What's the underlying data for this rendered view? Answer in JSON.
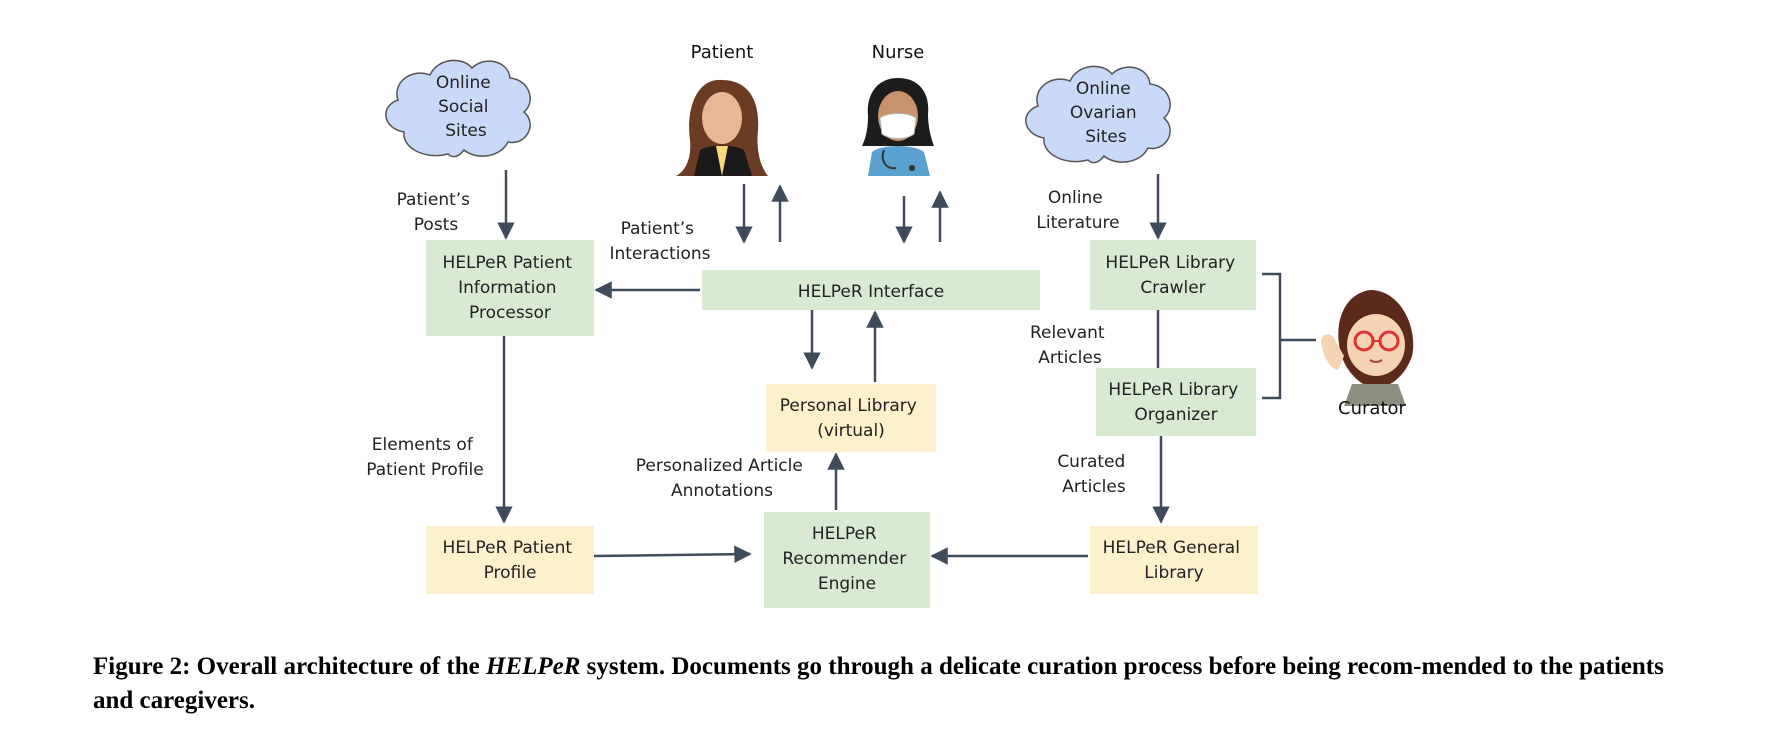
{
  "nodes": {
    "online_social_sites": [
      "Online",
      "Social",
      "Sites"
    ],
    "online_ovarian_sites": [
      "Online",
      "Ovarian",
      "Sites"
    ],
    "patient": "Patient",
    "nurse": "Nurse",
    "curator": "Curator",
    "patient_info_processor": [
      "HELPeR Patient",
      "Information",
      "Processor"
    ],
    "interface": [
      "HELPeR Interface"
    ],
    "library_crawler": [
      "HELPeR Library",
      "Crawler"
    ],
    "library_organizer": [
      "HELPeR Library",
      "Organizer"
    ],
    "personal_library": [
      "Personal Library",
      "(virtual)"
    ],
    "patient_profile": [
      "HELPeR Patient",
      "Profile"
    ],
    "recommender_engine": [
      "HELPeR",
      "Recommender",
      "Engine"
    ],
    "general_library": [
      "HELPeR General",
      "Library"
    ]
  },
  "edge_labels": {
    "patients_posts": [
      "Patient’s",
      "Posts"
    ],
    "patients_interactions": [
      "Patient’s",
      "Interactions"
    ],
    "online_literature": [
      "Online",
      "Literature"
    ],
    "relevant_articles": [
      "Relevant",
      "Articles"
    ],
    "elements_of_profile": [
      "Elements of",
      "Patient Profile"
    ],
    "personalized_annotations": [
      "Personalized Article",
      "Annotations"
    ],
    "curated_articles": [
      "Curated",
      "Articles"
    ]
  },
  "caption": {
    "prefix": "Figure 2: Overall architecture of the ",
    "system": "HELPeR",
    "suffix": " system. Documents go through a delicate curation process before being recom-mended to the patients and caregivers."
  },
  "colors": {
    "green_box": "#d9ead3",
    "yellow_box": "#fdf0cc",
    "cloud_fill": "#c9daf8",
    "arrow": "#3f4b5b"
  }
}
